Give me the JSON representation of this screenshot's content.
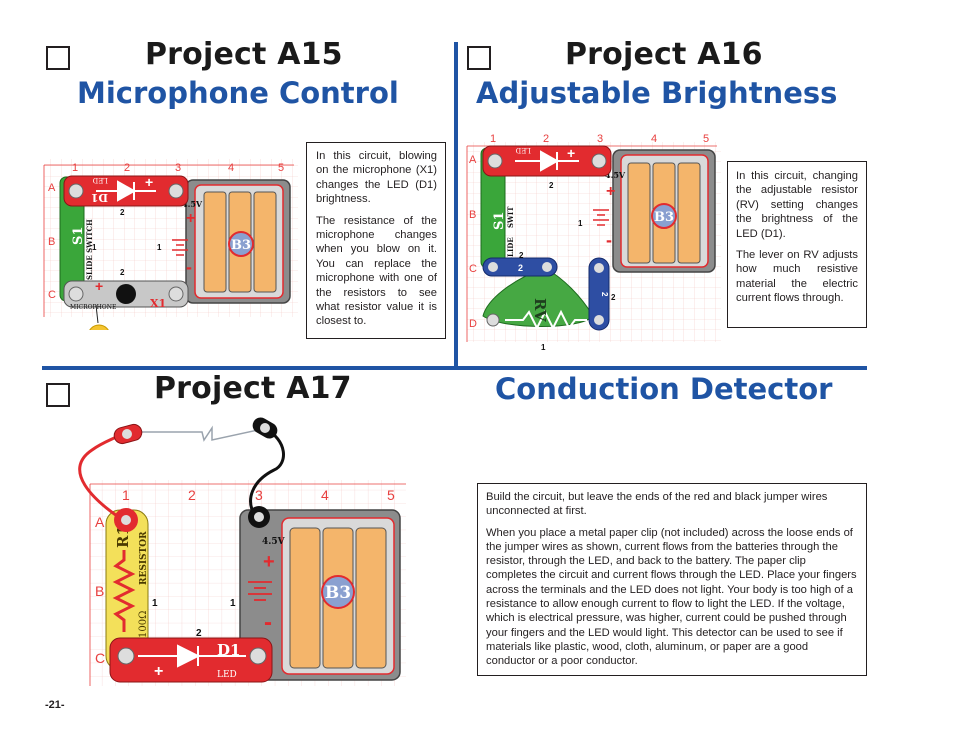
{
  "projects": [
    {
      "title": "Project A15",
      "subtitle": "Microphone Control",
      "paragraphs": [
        "In this circuit, blowing on the microphone (X1) changes the LED (D1) brightness.",
        "The resistance of the microphone changes when you blow on it. You can replace the microphone with one of the resistors to see what resistor value it is closest to."
      ]
    },
    {
      "title": "Project A16",
      "subtitle": "Adjustable Brightness",
      "paragraphs": [
        "In this circuit, changing the adjustable resistor (RV) setting changes the brightness of the LED (D1).",
        "The lever on RV adjusts how much resistive material the electric current flows through."
      ]
    },
    {
      "title": "Project A17",
      "subtitle": "Conduction Detector",
      "paragraphs": [
        "Build the circuit, but leave the ends of the red and black jumper wires unconnected at first.",
        "When you place a metal paper clip (not included) across the loose ends of the jumper wires as shown, current flows from the batteries through the resistor, through the LED, and back to the battery. The paper clip completes the circuit and current flows through the LED. Place your fingers across the terminals and the LED does not light. Your body is too high of a resistance to allow enough current to flow to light the LED. If the voltage, which is electrical pressure, was higher, current could be pushed through your fingers and the LED would light. This detector can be used to see if materials like plastic, wood, cloth, aluminum, or paper are a good conductor or a poor conductor."
      ]
    }
  ],
  "grid": {
    "columns": [
      "1",
      "2",
      "3",
      "4",
      "5"
    ],
    "rows_abc": [
      "A",
      "B",
      "C"
    ],
    "rows_abcd": [
      "A",
      "B",
      "C",
      "D"
    ]
  },
  "parts": {
    "battery": "B3",
    "battery_voltage": "4.5V",
    "led": "D1",
    "led_text": "LED",
    "switch": "S1",
    "switch_text": "SLIDE SWITCH",
    "switch_text_short": "SWIT",
    "slide_text": "SLIDE",
    "microphone": "X1",
    "microphone_text": "MICROPHONE",
    "adj_resistor": "RV",
    "resistor": "R1",
    "resistor_text": "RESISTOR",
    "resistor_value": "100Ω",
    "plus": "+",
    "minus": "-",
    "one": "1",
    "two": "2"
  },
  "page_number": "-21-",
  "colors": {
    "title_blue": "#1f54a4",
    "grid_red": "#e8403f",
    "led_red": "#e22b2f",
    "battery_orange": "#f4b56b",
    "switch_green": "#3aa63a",
    "rv_green": "#46a843",
    "snap_blue": "#2e4ea3",
    "resistor_yellow": "#f3e05a"
  }
}
